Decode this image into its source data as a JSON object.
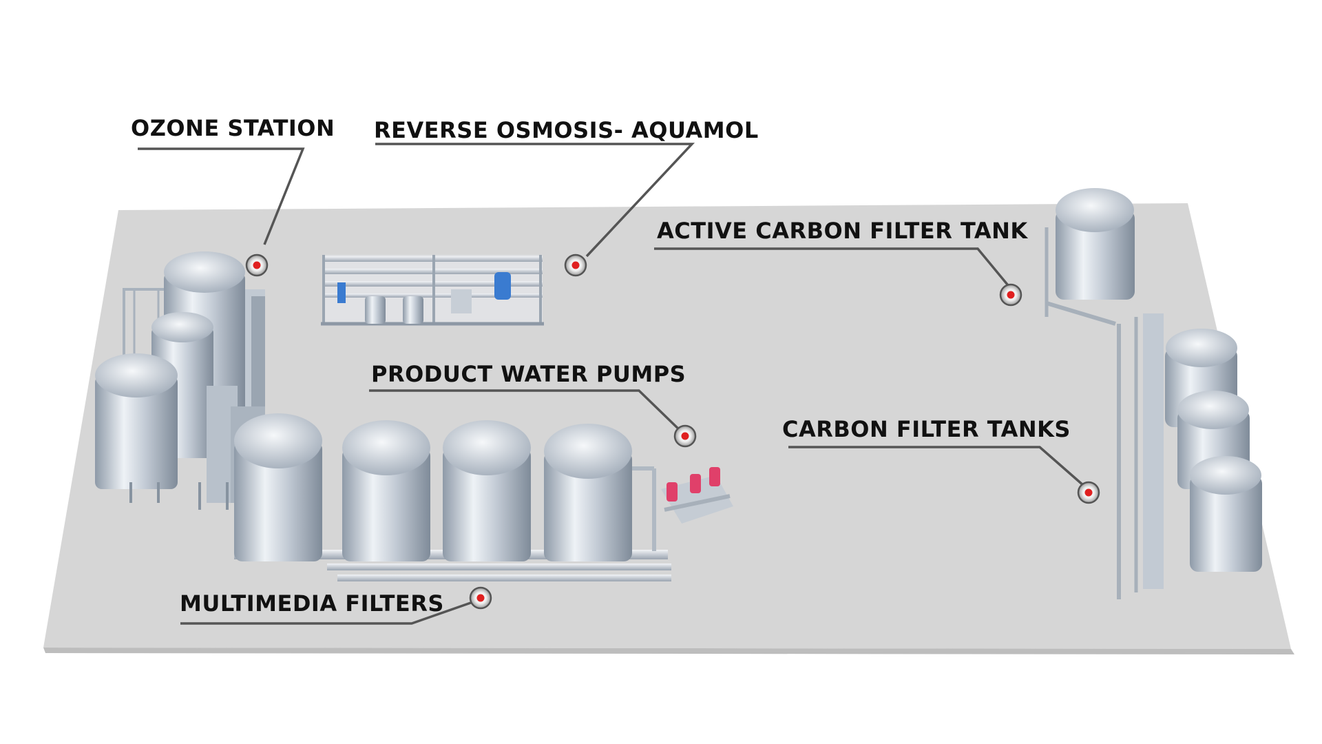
{
  "callouts": {
    "ozone_station": "OZONE STATION",
    "reverse_osmosis": "REVERSE OSMOSIS- AQUAMOL",
    "active_carbon_filter_tank": "ACTIVE CARBON FILTER TANK",
    "product_water_pumps": "PRODUCT WATER PUMPS",
    "carbon_filter_tanks": "CARBON FILTER TANKS",
    "multimedia_filters": "MULTIMEDIA FILTERS"
  },
  "colors": {
    "floor": "#d6d6d6",
    "leader_line": "#555555",
    "hotspot_dot": "#e02020",
    "tank_light": "#eef2f6",
    "tank_dark": "#8d9aa8",
    "pump_accent": "#e0406a"
  }
}
